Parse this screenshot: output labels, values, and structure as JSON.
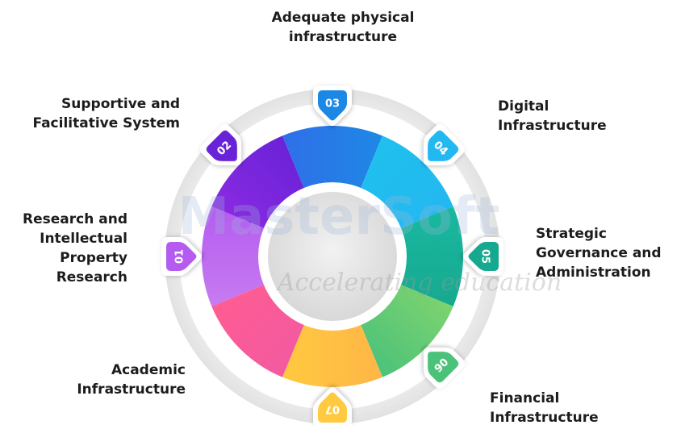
{
  "watermark": {
    "brand": "MasterSoft",
    "tagline": "Accelerating education"
  },
  "segments": [
    {
      "number": "01",
      "lines": [
        "Academic",
        "Infrastructure"
      ],
      "color": "#c77bf0",
      "color2": "#b45cf0"
    },
    {
      "number": "02",
      "lines": [
        "Research and",
        "Intellectual",
        "Property",
        "Research"
      ],
      "color": "#8a2be2",
      "color2": "#6a22d8"
    },
    {
      "number": "03",
      "lines": [
        "Supportive and",
        "Facilitative System"
      ],
      "color": "#2f6fe8",
      "color2": "#1e88e5"
    },
    {
      "number": "04",
      "lines": [
        "Adequate physical",
        "infrastructure"
      ],
      "color": "#1fc0ee",
      "color2": "#23b8f0"
    },
    {
      "number": "05",
      "lines": [
        "Digital",
        "Infrastructure"
      ],
      "color": "#19b8a0",
      "color2": "#17a98f"
    },
    {
      "number": "06",
      "lines": [
        "Strategic",
        "Governance and",
        "Administration"
      ],
      "color": "#7dd36f",
      "color2": "#4cc27a"
    },
    {
      "number": "07",
      "lines": [
        "Financial",
        "Infrastructure"
      ],
      "color": "#ffb648",
      "color2": "#ffc93f"
    },
    {
      "number": "",
      "lines": [],
      "color": "#f25aa0",
      "color2": "#ff5c93"
    }
  ]
}
